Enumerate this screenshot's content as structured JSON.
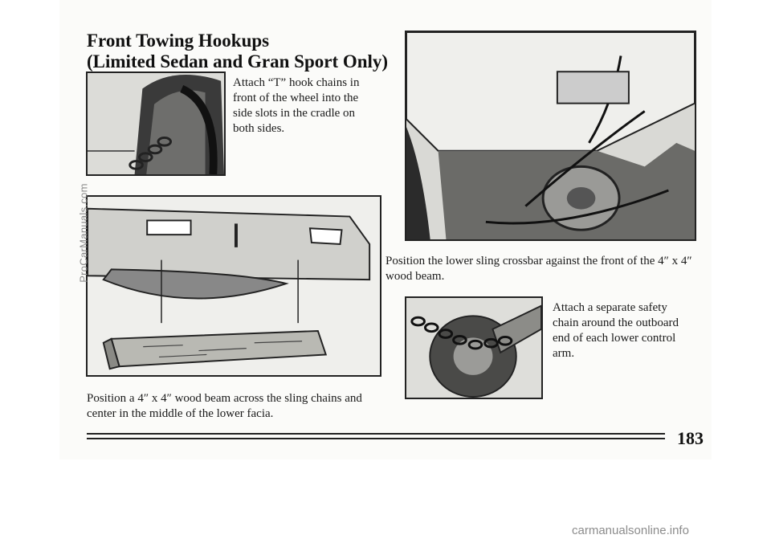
{
  "heading": {
    "line1": "Front Towing Hookups",
    "line2": "(Limited Sedan and Gran Sport Only)"
  },
  "steps": {
    "attach_t_hook": "Attach “T” hook chains in front of the wheel into the side slots in the cradle on both sides.",
    "position_beam": "Position a 4″ x 4″ wood beam across the sling chains and center in the middle of the lower facia.",
    "position_crossbar": "Position the lower sling crossbar against the front of the 4″ x 4″ wood beam.",
    "safety_chain": "Attach a separate safety chain around the outboard end of each lower control arm."
  },
  "page_number": "183",
  "watermark": "ProCarManuals.com",
  "footer_watermark": "carmanualsonline.info"
}
